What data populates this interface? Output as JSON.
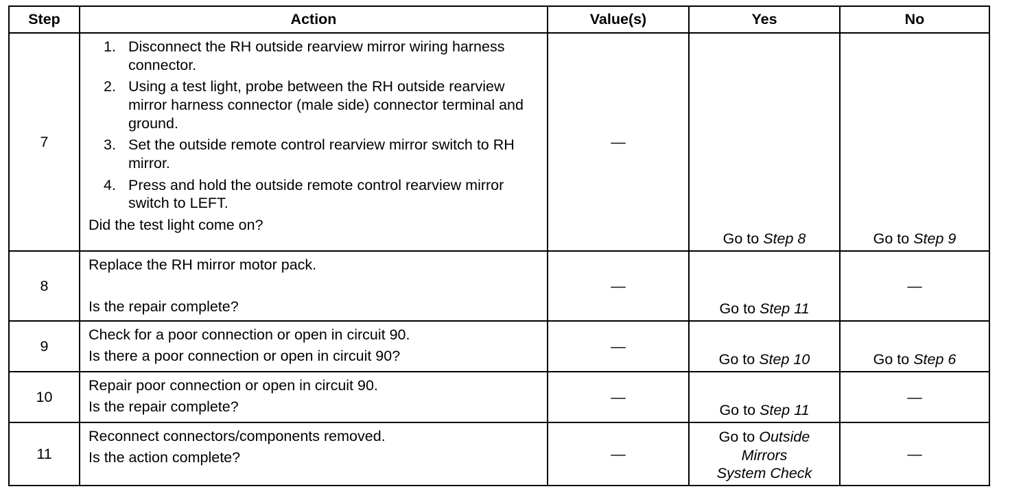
{
  "headers": {
    "step": "Step",
    "action": "Action",
    "values": "Value(s)",
    "yes": "Yes",
    "no": "No"
  },
  "rows": [
    {
      "step": "7",
      "actions": [
        {
          "num": "1.",
          "text": "Disconnect the RH outside rearview mirror wiring harness connector."
        },
        {
          "num": "2.",
          "text": "Using a test light, probe between the RH outside rearview mirror harness connector (male side) connector terminal  and ground."
        },
        {
          "num": "3.",
          "text": "Set the outside remote control rearview mirror switch to RH mirror."
        },
        {
          "num": "4.",
          "text": "Press and hold the outside remote control rearview mirror switch to LEFT."
        }
      ],
      "question": "Did the test light come on?",
      "value": "—",
      "yes_prefix": "Go to ",
      "yes_target": "Step 8",
      "no_prefix": "Go to ",
      "no_target": "Step 9"
    },
    {
      "step": "8",
      "action": "Replace the RH mirror motor pack.",
      "question": "Is the repair complete?",
      "value": "—",
      "yes_prefix": "Go to ",
      "yes_target": "Step 11",
      "no": "—"
    },
    {
      "step": "9",
      "action": "Check for a poor connection or open in circuit 90.",
      "question": "Is there a poor connection or open in circuit 90?",
      "value": "—",
      "yes_prefix": "Go to ",
      "yes_target": "Step 10",
      "no_prefix": "Go to ",
      "no_target": "Step 6"
    },
    {
      "step": "10",
      "action": "Repair poor connection or open in circuit 90.",
      "question": "Is the repair complete?",
      "value": "—",
      "yes_prefix": "Go to ",
      "yes_target": "Step 11",
      "no": "—"
    },
    {
      "step": "11",
      "action": "Reconnect connectors/components removed.",
      "question": "Is the action complete?",
      "value": "—",
      "yes_line1_prefix": "Go to ",
      "yes_line1_target": "Outside",
      "yes_line2": "Mirrors",
      "yes_line3": "System Check",
      "no": "—"
    }
  ]
}
